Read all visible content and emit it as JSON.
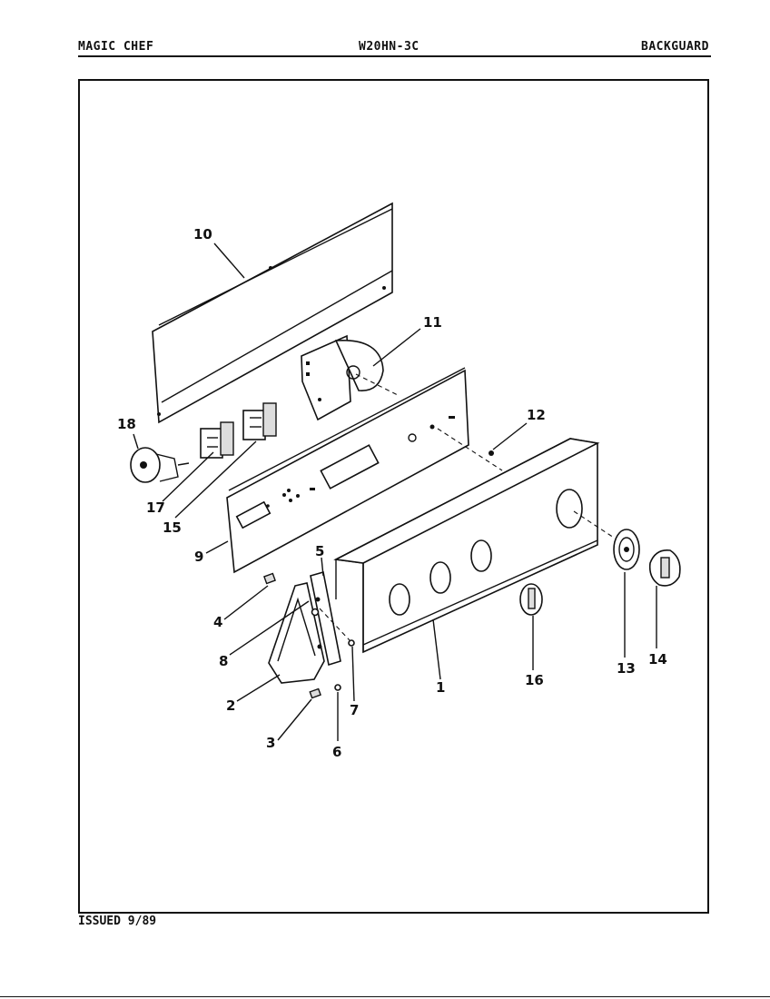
{
  "header": {
    "brand": "MAGIC CHEF",
    "model": "W20HN-3C",
    "section": "BACKGUARD"
  },
  "footer": {
    "issued": "ISSUED 9/89"
  },
  "callouts": [
    "1",
    "2",
    "3",
    "4",
    "5",
    "6",
    "7",
    "8",
    "9",
    "10",
    "11",
    "12",
    "13",
    "14",
    "15",
    "16",
    "17",
    "18"
  ]
}
